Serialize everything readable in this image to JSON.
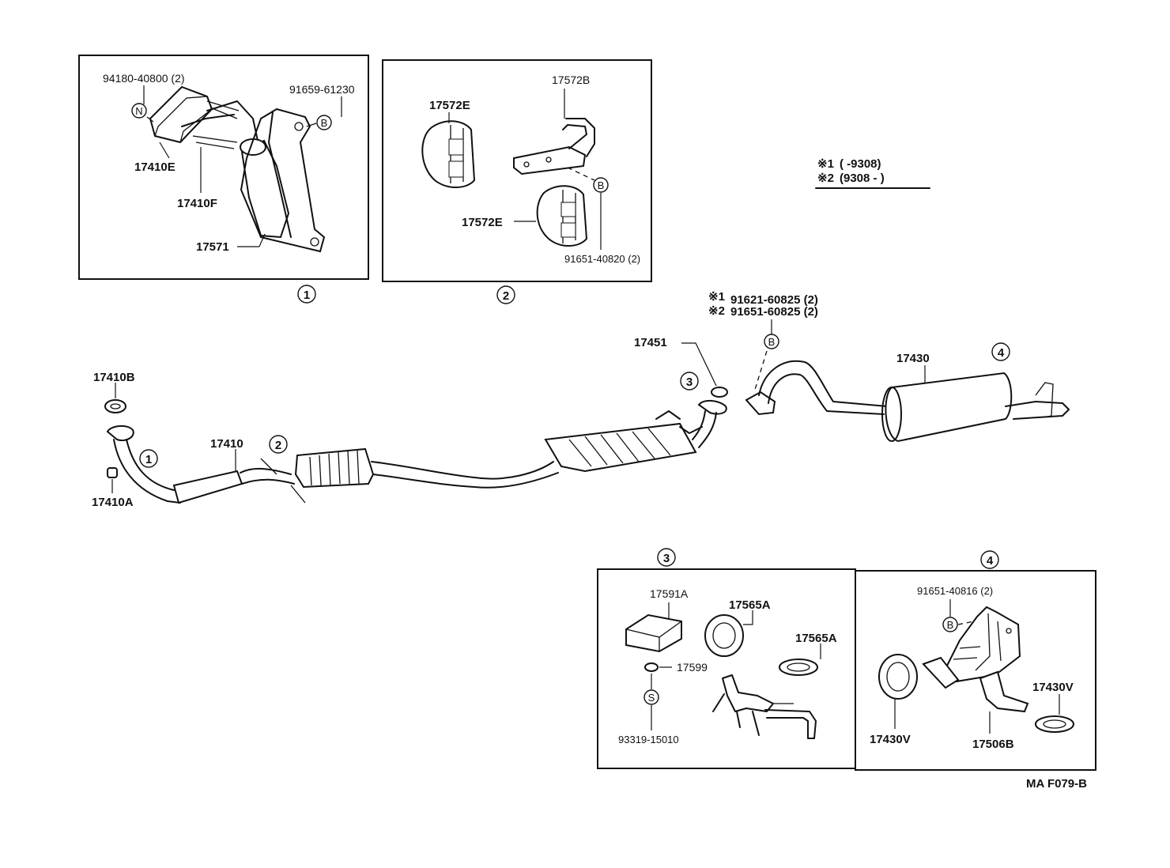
{
  "diagram": {
    "section_markers": {
      "s1": "1",
      "s2": "2",
      "s3": "3",
      "s4": "4"
    },
    "footer_code": "MA F079-B",
    "legend": {
      "line1_mark": "※1",
      "line1_text": "(       -9308)",
      "line2_mark": "※2",
      "line2_text": "(9308 -        )"
    },
    "box1": {
      "part_94180": "94180-40800 (2)",
      "part_91659": "91659-61230",
      "part_17410E": "17410E",
      "part_17410F": "17410F",
      "part_17571": "17571",
      "circle_n": "N",
      "circle_b": "B"
    },
    "box2": {
      "part_17572E_top": "17572E",
      "part_17572B": "17572B",
      "part_17572E_bottom": "17572E",
      "part_91651_40820": "91651-40820 (2)",
      "circle_b": "B"
    },
    "main": {
      "part_17410B": "17410B",
      "part_17410A": "17410A",
      "part_17410": "17410",
      "part_17451": "17451",
      "part_17430": "17430",
      "callout_1_mark": "※1",
      "callout_1_text": "91621-60825 (2)",
      "callout_2_mark": "※2",
      "callout_2_text": "91651-60825 (2)",
      "circle_b": "B"
    },
    "box3": {
      "part_17591A": "17591A",
      "part_17565A_1": "17565A",
      "part_17565A_2": "17565A",
      "part_17599": "17599",
      "part_93319": "93319-15010",
      "circle_s": "S"
    },
    "box4": {
      "part_91651_40816": "91651-40816 (2)",
      "part_17430V_1": "17430V",
      "part_17430V_2": "17430V",
      "part_17506B": "17506B",
      "circle_b": "B"
    }
  }
}
